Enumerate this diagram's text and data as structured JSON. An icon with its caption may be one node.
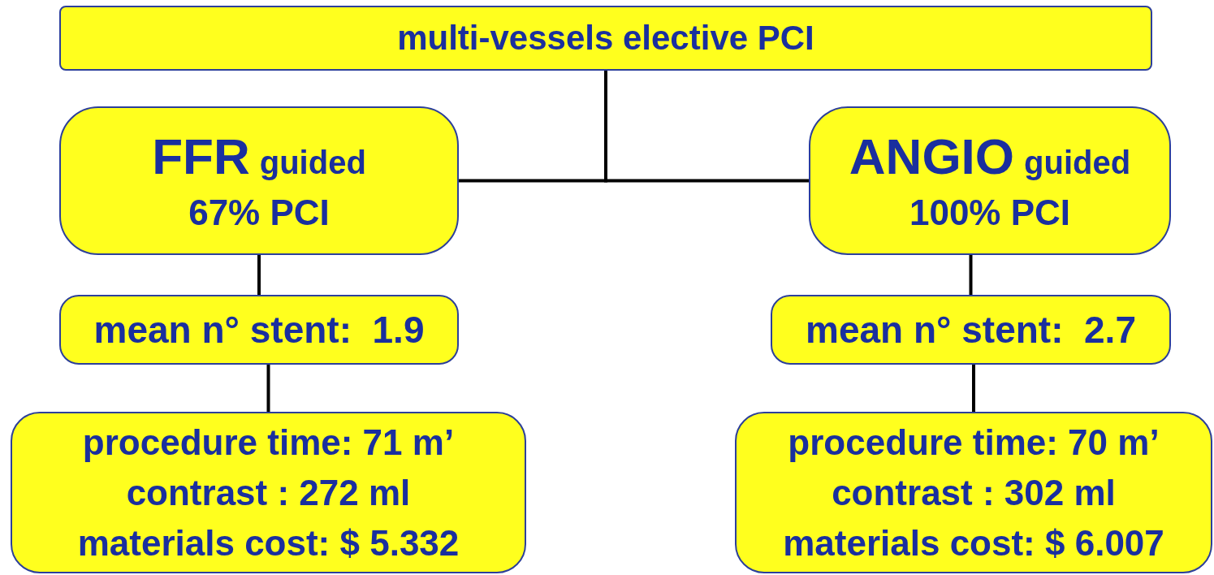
{
  "diagram": {
    "nodes": [
      {
        "text": [
          "multi-vessels elective PCI"
        ]
      },
      {
        "text": [
          "FFR",
          "guided",
          "67% PCI"
        ]
      },
      {
        "text": [
          "ANGIO",
          "guided",
          "100% PCI"
        ]
      },
      {
        "text": [
          "mean n° stent:  1.9"
        ]
      },
      {
        "text": [
          "mean n° stent:  2.7"
        ]
      },
      {
        "text": [
          "procedure time: 71 m’",
          "contrast : 272 ml",
          "materials cost: $ 5.332"
        ]
      },
      {
        "text": [
          "procedure time: 70 m’",
          "contrast : 302 ml",
          "materials cost: $ 6.007"
        ]
      }
    ],
    "edges": [
      {
        "from": 0,
        "to": 1,
        "arrow": "none"
      },
      {
        "from": 0,
        "to": 2,
        "arrow": "none"
      },
      {
        "from": 1,
        "to": 3,
        "arrow": "none"
      },
      {
        "from": 3,
        "to": 5,
        "arrow": "none"
      },
      {
        "from": 2,
        "to": 4,
        "arrow": "none"
      },
      {
        "from": 4,
        "to": 6,
        "arrow": "none"
      }
    ]
  }
}
